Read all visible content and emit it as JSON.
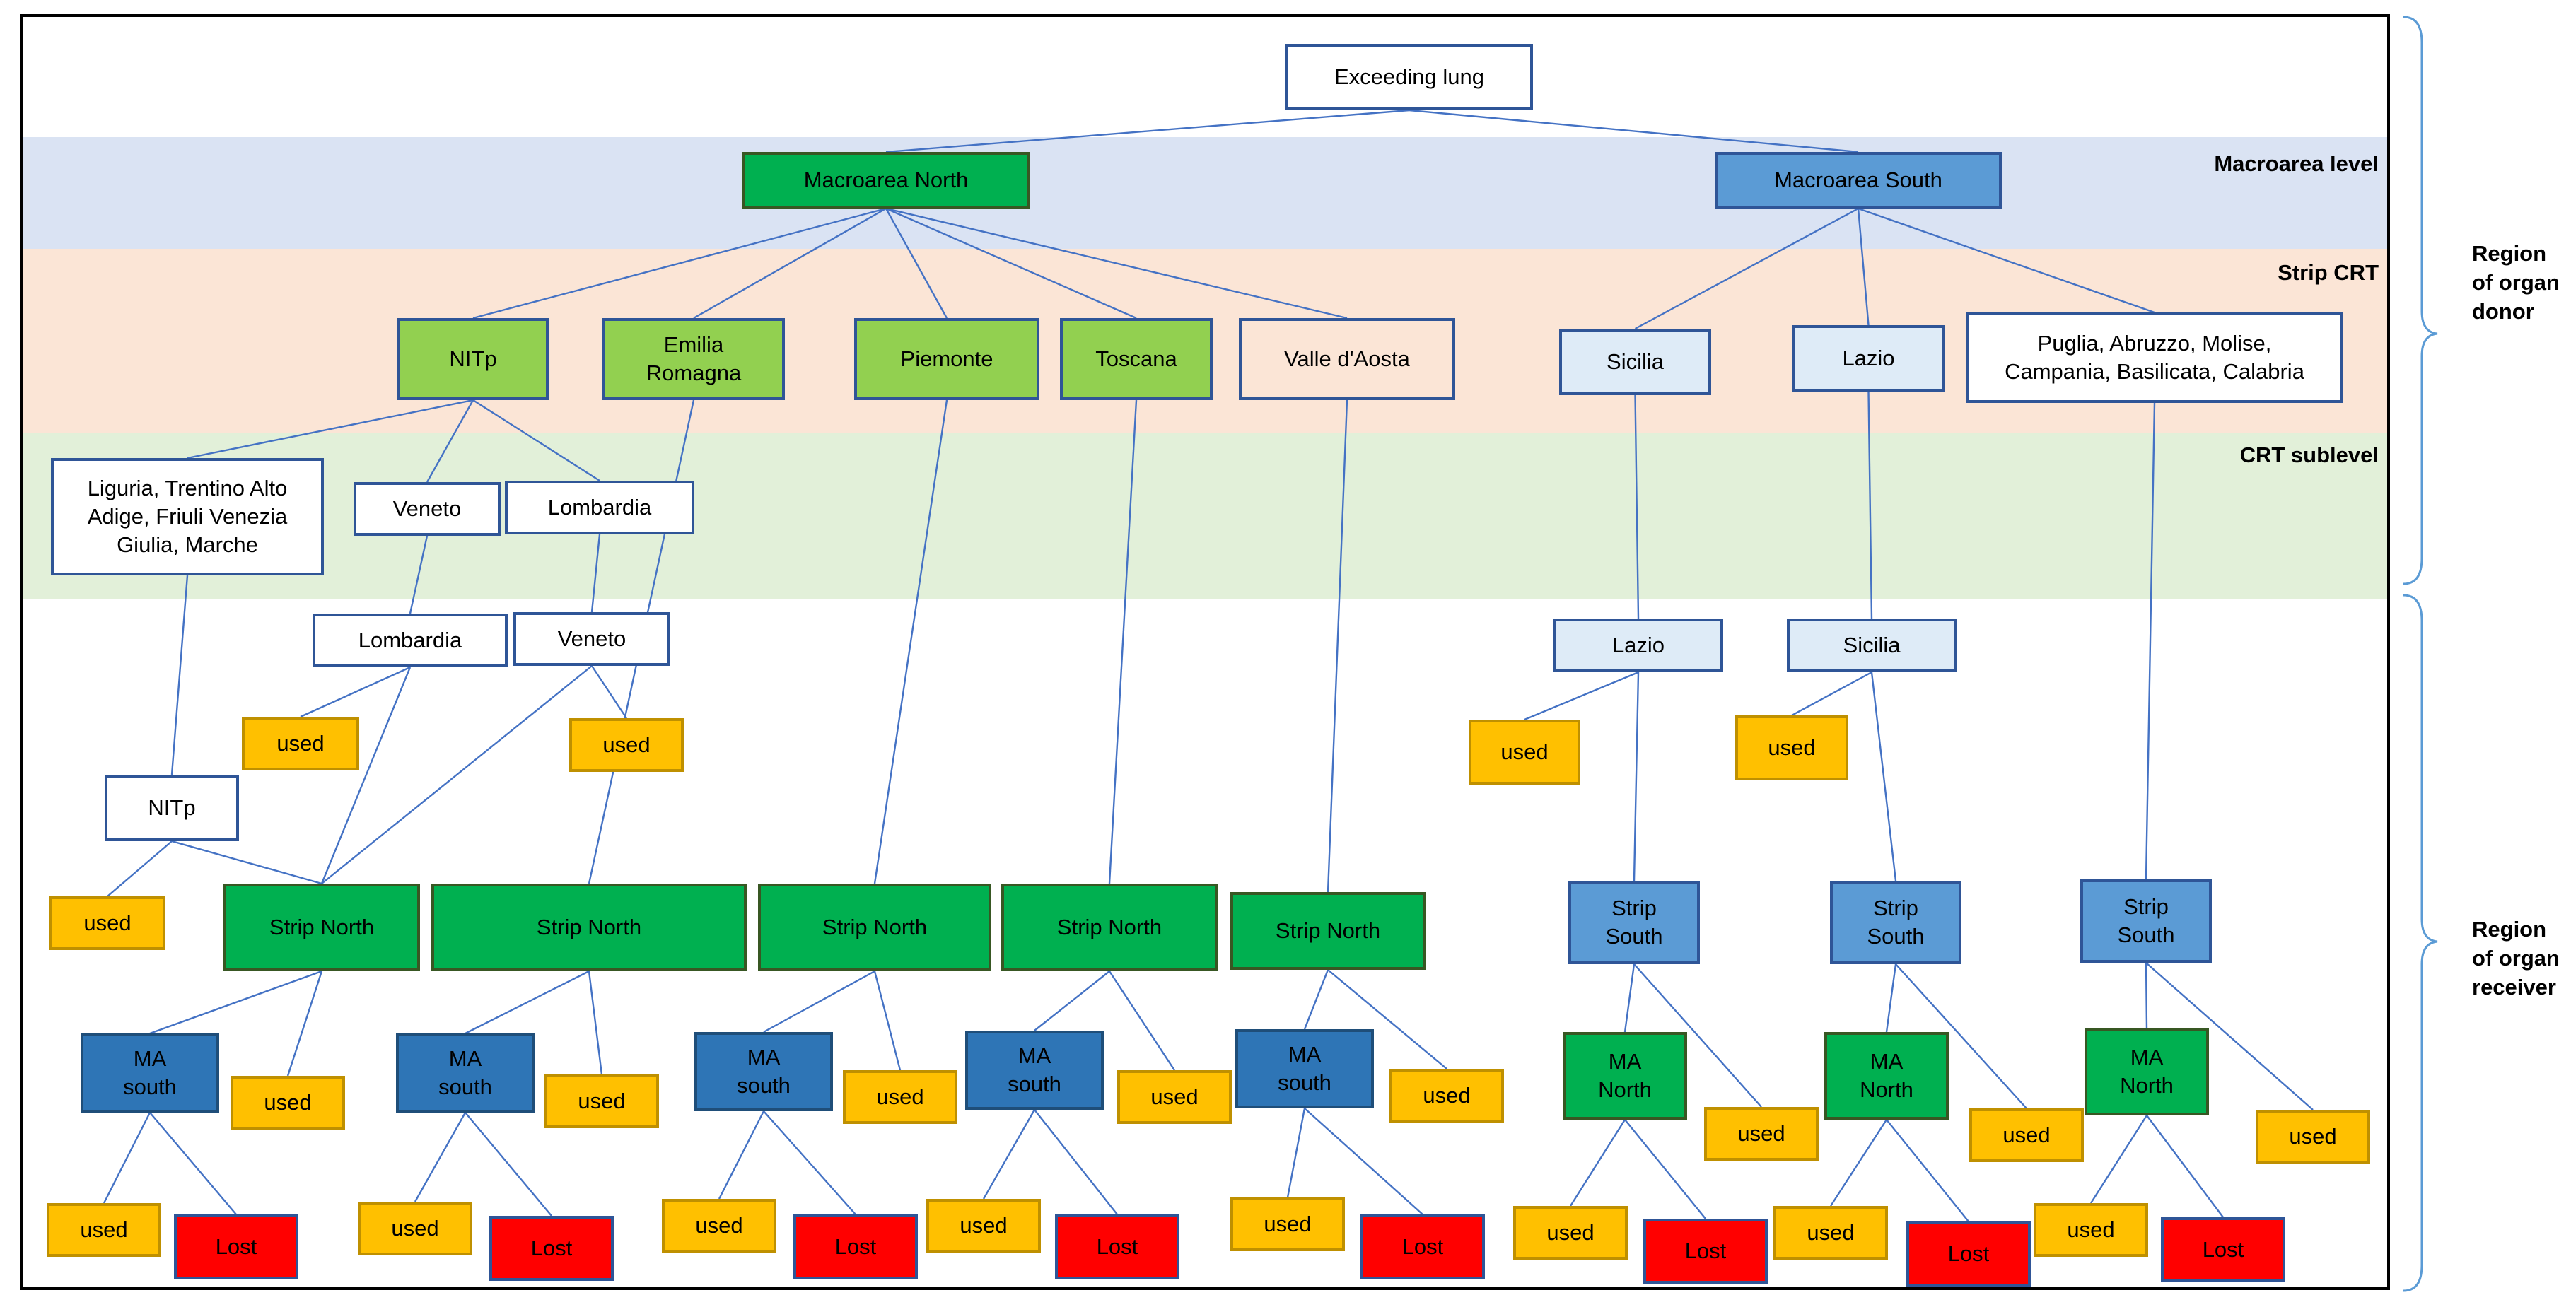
{
  "bands": {
    "macroarea_label": "Macroarea level",
    "strip_label": "Strip CRT",
    "sublevel_label": "CRT sublevel"
  },
  "regions": {
    "donor_label": "Region\nof organ\ndonor",
    "receiver_label": "Region\nof organ\nreceiver"
  },
  "colors": {
    "white": "#ffffff",
    "dark_green": "#00b050",
    "light_green": "#92d050",
    "macroarea_blue": "#5b9bd5",
    "pale_blue": "#deebf7",
    "peach": "#fbe5d6",
    "navy": "#2e75b6",
    "gold": "#ffc000",
    "red": "#ff0000",
    "link": "#4472c4"
  },
  "nodes": [
    {
      "id": "root",
      "label": "Exceeding lung",
      "kind": "white"
    },
    {
      "id": "man",
      "label": "Macroarea North",
      "kind": "dgreen"
    },
    {
      "id": "mas",
      "label": "Macroarea South",
      "kind": "blue"
    },
    {
      "id": "nitp",
      "label": "NITp",
      "kind": "lgreen"
    },
    {
      "id": "emilia",
      "label": "Emilia\nRomagna",
      "kind": "lgreen"
    },
    {
      "id": "piem",
      "label": "Piemonte",
      "kind": "lgreen"
    },
    {
      "id": "tosc",
      "label": "Toscana",
      "kind": "lgreen"
    },
    {
      "id": "valle",
      "label": "Valle d'Aosta",
      "kind": "peach"
    },
    {
      "id": "sic",
      "label": "Sicilia",
      "kind": "pale"
    },
    {
      "id": "laz",
      "label": "Lazio",
      "kind": "pale"
    },
    {
      "id": "pug",
      "label": "Puglia, Abruzzo, Molise,\nCampania, Basilicata, Calabria",
      "kind": "white"
    },
    {
      "id": "lig",
      "label": "Liguria, Trentino Alto\nAdige, Friuli Venezia\nGiulia, Marche",
      "kind": "white"
    },
    {
      "id": "ven1",
      "label": "Veneto",
      "kind": "white"
    },
    {
      "id": "lom1",
      "label": "Lombardia",
      "kind": "white"
    },
    {
      "id": "lom2",
      "label": "Lombardia",
      "kind": "white"
    },
    {
      "id": "ven2",
      "label": "Veneto",
      "kind": "white"
    },
    {
      "id": "u_lom2",
      "label": "used",
      "kind": "gold"
    },
    {
      "id": "u_ven2",
      "label": "used",
      "kind": "gold"
    },
    {
      "id": "nitp2",
      "label": "NITp",
      "kind": "white"
    },
    {
      "id": "u_nitp2",
      "label": "used",
      "kind": "gold"
    },
    {
      "id": "laz2",
      "label": "Lazio",
      "kind": "pale"
    },
    {
      "id": "sic2",
      "label": "Sicilia",
      "kind": "pale"
    },
    {
      "id": "u_laz2",
      "label": "used",
      "kind": "gold"
    },
    {
      "id": "u_sic2",
      "label": "used",
      "kind": "gold"
    },
    {
      "id": "sn1",
      "label": "Strip North",
      "kind": "dgreen"
    },
    {
      "id": "sn2",
      "label": "Strip North",
      "kind": "dgreen"
    },
    {
      "id": "sn3",
      "label": "Strip North",
      "kind": "dgreen"
    },
    {
      "id": "sn4",
      "label": "Strip North",
      "kind": "dgreen"
    },
    {
      "id": "sn5",
      "label": "Strip North",
      "kind": "dgreen"
    },
    {
      "id": "ss1",
      "label": "Strip\nSouth",
      "kind": "blue"
    },
    {
      "id": "ss2",
      "label": "Strip\nSouth",
      "kind": "blue"
    },
    {
      "id": "ss3",
      "label": "Strip\nSouth",
      "kind": "blue"
    },
    {
      "id": "ma1",
      "label": "MA\nsouth",
      "kind": "navy"
    },
    {
      "id": "ma2",
      "label": "MA\nsouth",
      "kind": "navy"
    },
    {
      "id": "ma3",
      "label": "MA\nsouth",
      "kind": "navy"
    },
    {
      "id": "ma4",
      "label": "MA\nsouth",
      "kind": "navy"
    },
    {
      "id": "ma5",
      "label": "MA\nsouth",
      "kind": "navy"
    },
    {
      "id": "mn1",
      "label": "MA\nNorth",
      "kind": "dgreen"
    },
    {
      "id": "mn2",
      "label": "MA\nNorth",
      "kind": "dgreen"
    },
    {
      "id": "mn3",
      "label": "MA\nNorth",
      "kind": "dgreen"
    },
    {
      "id": "us1",
      "label": "used",
      "kind": "gold"
    },
    {
      "id": "us2",
      "label": "used",
      "kind": "gold"
    },
    {
      "id": "us3",
      "label": "used",
      "kind": "gold"
    },
    {
      "id": "us4",
      "label": "used",
      "kind": "gold"
    },
    {
      "id": "us5",
      "label": "used",
      "kind": "gold"
    },
    {
      "id": "us6",
      "label": "used",
      "kind": "gold"
    },
    {
      "id": "us7",
      "label": "used",
      "kind": "gold"
    },
    {
      "id": "us8",
      "label": "used",
      "kind": "gold"
    },
    {
      "id": "ub1",
      "label": "used",
      "kind": "gold"
    },
    {
      "id": "lb1",
      "label": "Lost",
      "kind": "red"
    },
    {
      "id": "ub2",
      "label": "used",
      "kind": "gold"
    },
    {
      "id": "lb2",
      "label": "Lost",
      "kind": "red"
    },
    {
      "id": "ub3",
      "label": "used",
      "kind": "gold"
    },
    {
      "id": "lb3",
      "label": "Lost",
      "kind": "red"
    },
    {
      "id": "ub4",
      "label": "used",
      "kind": "gold"
    },
    {
      "id": "lb4",
      "label": "Lost",
      "kind": "red"
    },
    {
      "id": "ub5",
      "label": "used",
      "kind": "gold"
    },
    {
      "id": "lb5",
      "label": "Lost",
      "kind": "red"
    },
    {
      "id": "ub6",
      "label": "used",
      "kind": "gold"
    },
    {
      "id": "lb6",
      "label": "Lost",
      "kind": "red"
    },
    {
      "id": "ub7",
      "label": "used",
      "kind": "gold"
    },
    {
      "id": "lb7",
      "label": "Lost",
      "kind": "red"
    },
    {
      "id": "ub8",
      "label": "used",
      "kind": "gold"
    },
    {
      "id": "lb8",
      "label": "Lost",
      "kind": "red"
    }
  ],
  "edges": [
    [
      "root",
      "man"
    ],
    [
      "root",
      "mas"
    ],
    [
      "man",
      "nitp"
    ],
    [
      "man",
      "emilia"
    ],
    [
      "man",
      "piem"
    ],
    [
      "man",
      "tosc"
    ],
    [
      "man",
      "valle"
    ],
    [
      "mas",
      "sic"
    ],
    [
      "mas",
      "laz"
    ],
    [
      "mas",
      "pug"
    ],
    [
      "nitp",
      "lig"
    ],
    [
      "nitp",
      "ven1"
    ],
    [
      "nitp",
      "lom1"
    ],
    [
      "ven1",
      "lom2"
    ],
    [
      "lom1",
      "ven2"
    ],
    [
      "lom2",
      "u_lom2"
    ],
    [
      "lom2",
      "sn1"
    ],
    [
      "ven2",
      "u_ven2"
    ],
    [
      "ven2",
      "sn1"
    ],
    [
      "lig",
      "nitp2"
    ],
    [
      "nitp2",
      "u_nitp2"
    ],
    [
      "nitp2",
      "sn1"
    ],
    [
      "emilia",
      "sn2"
    ],
    [
      "piem",
      "sn3"
    ],
    [
      "tosc",
      "sn4"
    ],
    [
      "valle",
      "sn5"
    ],
    [
      "sic",
      "laz2"
    ],
    [
      "laz",
      "sic2"
    ],
    [
      "laz2",
      "u_laz2"
    ],
    [
      "laz2",
      "ss1"
    ],
    [
      "sic2",
      "u_sic2"
    ],
    [
      "sic2",
      "ss2"
    ],
    [
      "pug",
      "ss3"
    ],
    [
      "sn1",
      "ma1"
    ],
    [
      "sn1",
      "us1"
    ],
    [
      "sn2",
      "ma2"
    ],
    [
      "sn2",
      "us2"
    ],
    [
      "sn3",
      "ma3"
    ],
    [
      "sn3",
      "us3"
    ],
    [
      "sn4",
      "ma4"
    ],
    [
      "sn4",
      "us4"
    ],
    [
      "sn5",
      "ma5"
    ],
    [
      "sn5",
      "us5"
    ],
    [
      "ss1",
      "mn1"
    ],
    [
      "ss1",
      "us6"
    ],
    [
      "ss2",
      "mn2"
    ],
    [
      "ss2",
      "us7"
    ],
    [
      "ss3",
      "mn3"
    ],
    [
      "ss3",
      "us8"
    ],
    [
      "ma1",
      "ub1"
    ],
    [
      "ma1",
      "lb1"
    ],
    [
      "ma2",
      "ub2"
    ],
    [
      "ma2",
      "lb2"
    ],
    [
      "ma3",
      "ub3"
    ],
    [
      "ma3",
      "lb3"
    ],
    [
      "ma4",
      "ub4"
    ],
    [
      "ma4",
      "lb4"
    ],
    [
      "ma5",
      "ub5"
    ],
    [
      "ma5",
      "lb5"
    ],
    [
      "mn1",
      "ub6"
    ],
    [
      "mn1",
      "lb6"
    ],
    [
      "mn2",
      "ub7"
    ],
    [
      "mn2",
      "lb7"
    ],
    [
      "mn3",
      "ub8"
    ],
    [
      "mn3",
      "lb8"
    ]
  ]
}
